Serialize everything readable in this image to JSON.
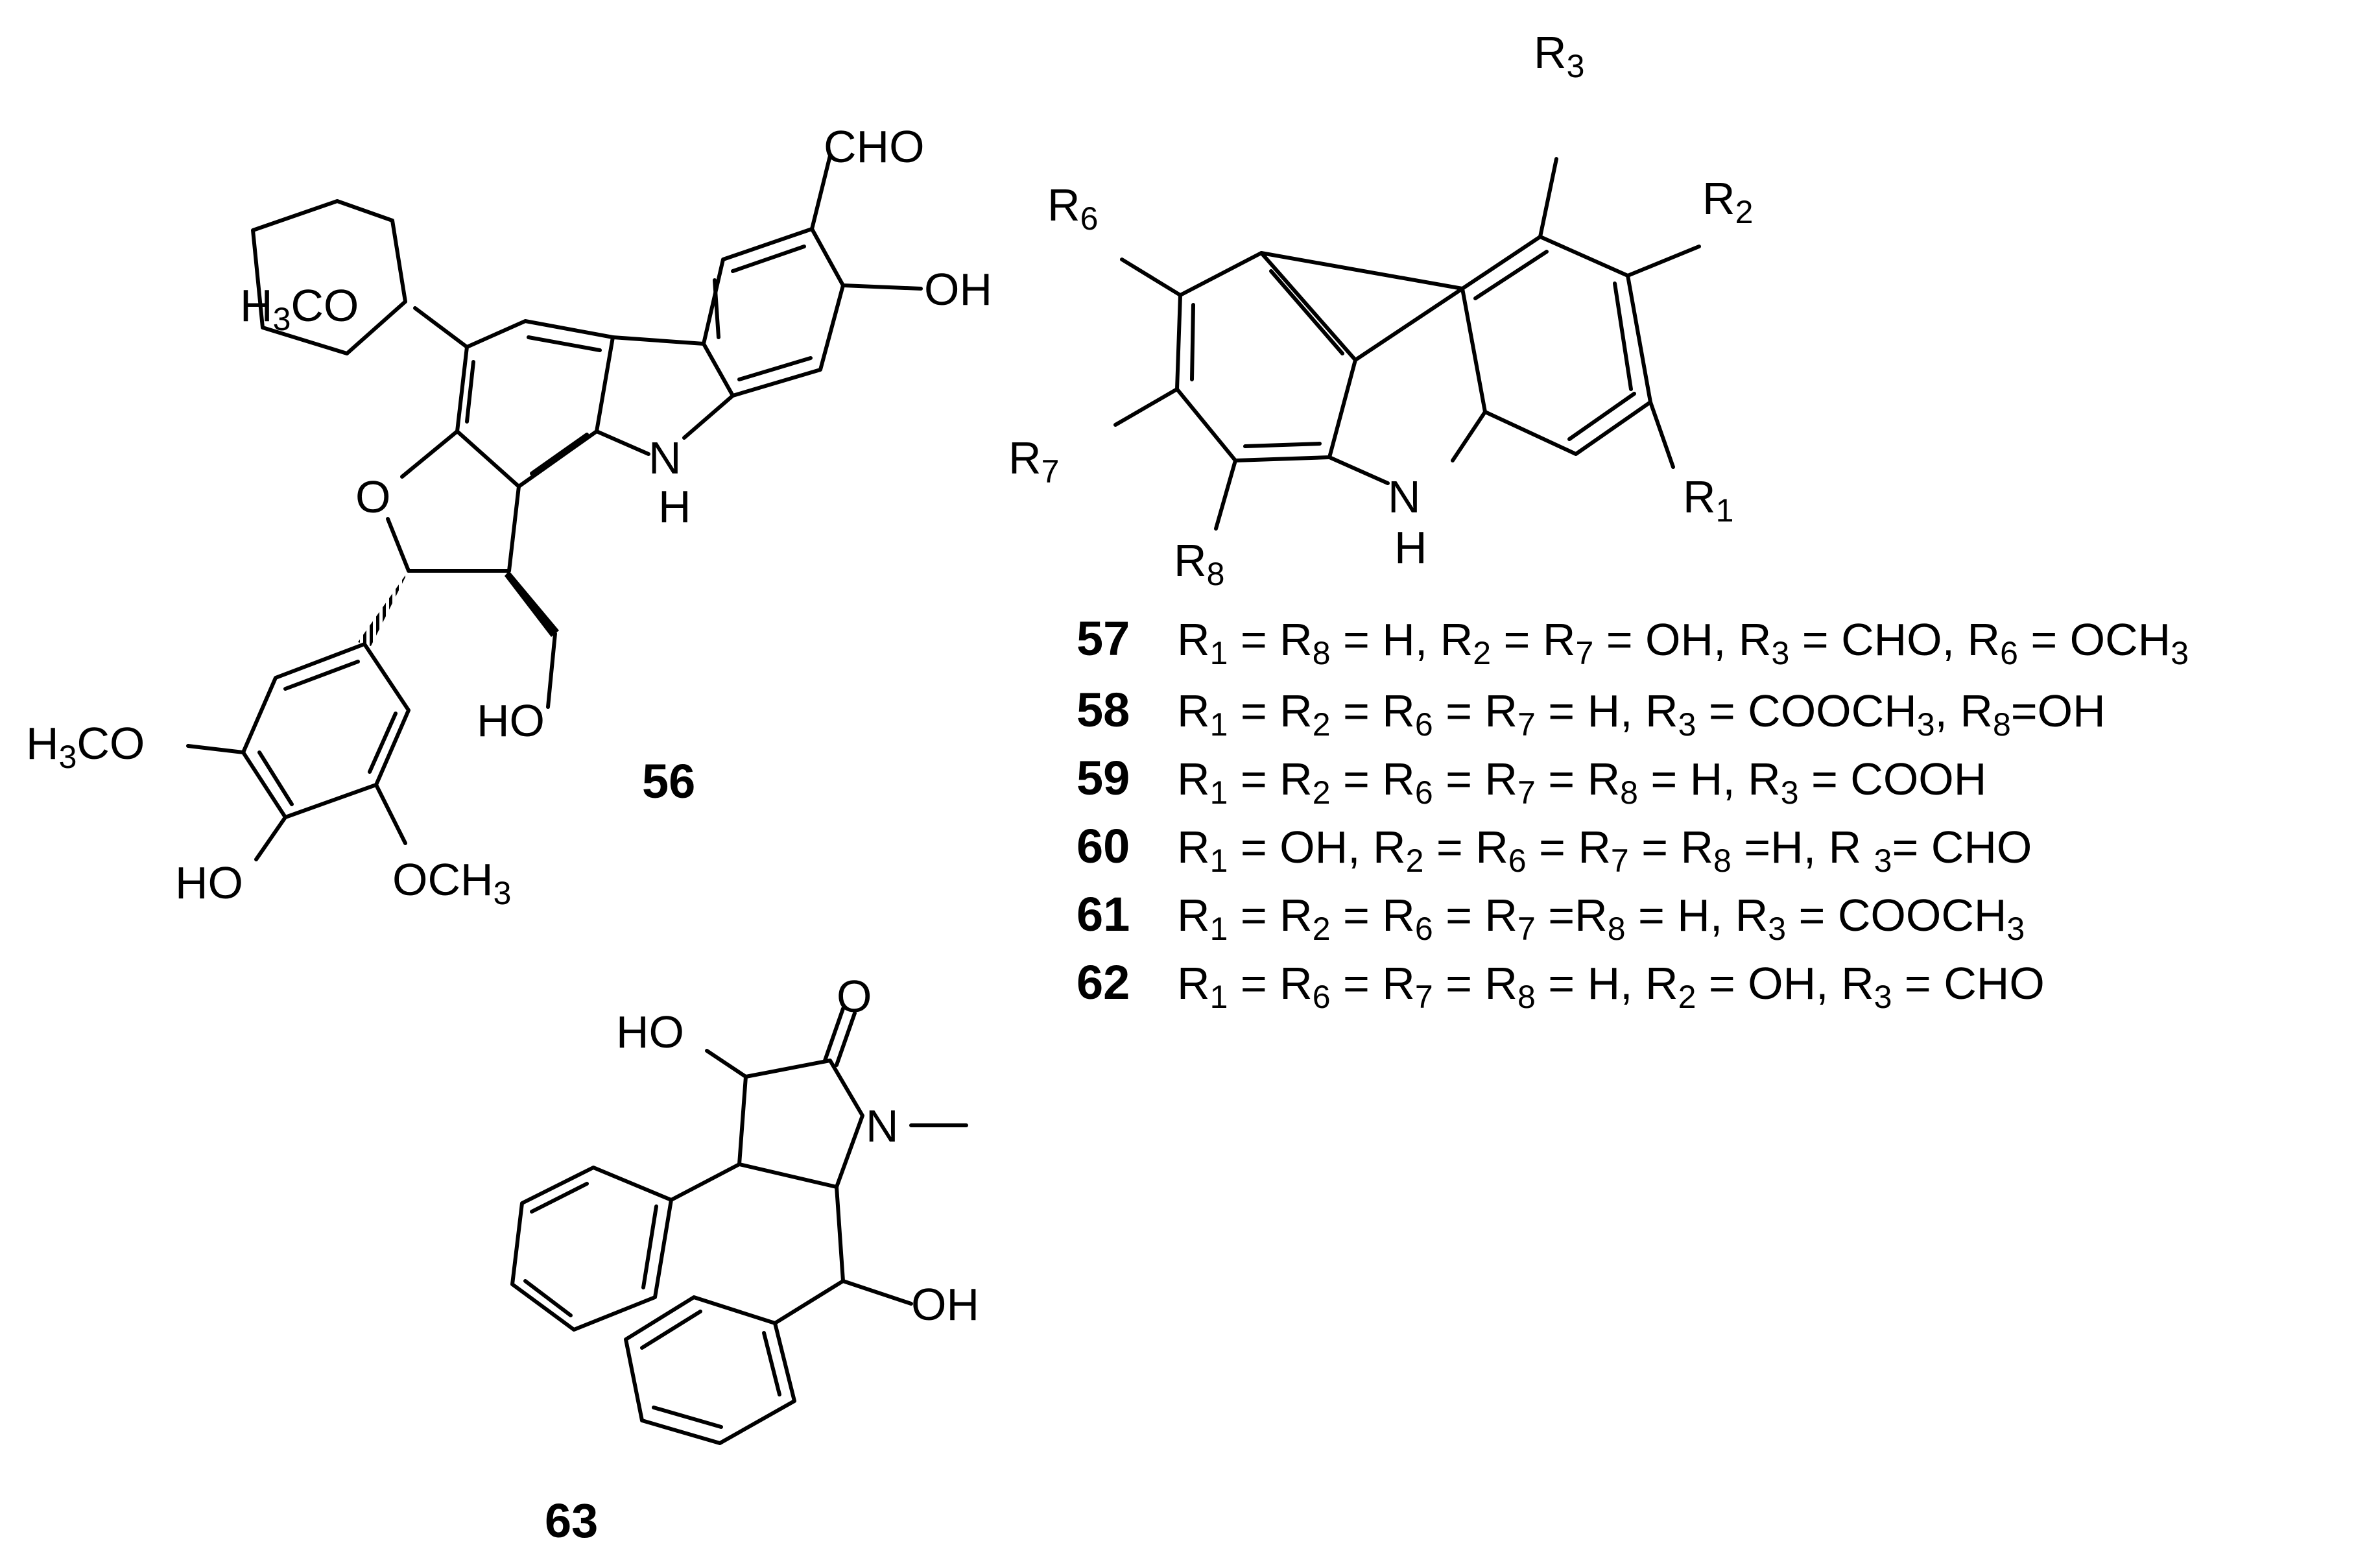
{
  "compounds": {
    "c56": {
      "number": "56",
      "labels": {
        "cho": "CHO",
        "oh": "OH",
        "ome_top": "H3CO",
        "ring_o": "O",
        "nh_n": "N",
        "nh_h": "H",
        "ch2oh": "HO",
        "ome_left": "H3CO",
        "ho_bottom": "HO",
        "ome_right": "OCH3"
      }
    },
    "carbazole": {
      "labels": {
        "r1": "R1",
        "r2": "R2",
        "r3": "R3",
        "r6": "R6",
        "r7": "R7",
        "r8": "R8",
        "n": "N",
        "h": "H"
      }
    },
    "c63": {
      "number": "63",
      "labels": {
        "o": "O",
        "ho": "HO",
        "n": "N",
        "oh": "OH"
      }
    }
  },
  "substituent_table": [
    {
      "number": "57",
      "text": "R1 = R8 = H, R2 = R7 = OH, R3 = CHO, R6 = OCH3"
    },
    {
      "number": "58",
      "text": "R1 = R2 = R6 = R7 = H, R3 = COOCH3, R8=OH"
    },
    {
      "number": "59",
      "text": "R1 = R2 = R6 = R7 = R8 = H, R3 = COOH"
    },
    {
      "number": "60",
      "text": "R1 = OH, R2 = R6 = R7 = R8 =H, R 3= CHO"
    },
    {
      "number": "61",
      "text": "R1 = R2 = R6 = R7 =R8 = H, R3 = COOCH3"
    },
    {
      "number": "62",
      "text": "R1 = R6 = R7 = R8 = H, R2 = OH, R3 = CHO"
    }
  ]
}
